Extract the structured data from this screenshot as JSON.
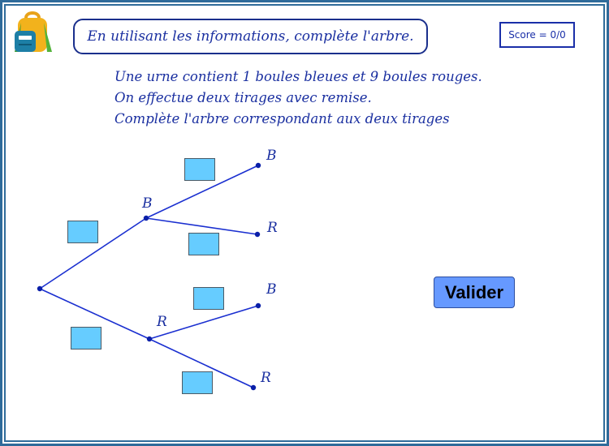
{
  "header": {
    "instruction": "En utilisant les informations, complète l'arbre.",
    "score": "Score = 0/0"
  },
  "statement": {
    "line1": "Une urne contient 1 boules bleues et 9 boules rouges.",
    "line2": "On effectue deux tirages avec remise.",
    "line3": "Complète l'arbre correspondant aux deux tirages"
  },
  "tree": {
    "first_level_labels": [
      "B",
      "R"
    ],
    "second_level_labels": [
      "B",
      "R",
      "B",
      "R"
    ],
    "answer_boxes": [
      "",
      "",
      "",
      "",
      "",
      ""
    ]
  },
  "actions": {
    "validate_label": "Valider"
  },
  "colors": {
    "answer_box_fill": "#66ccff",
    "tree_line": "#1a2fd0",
    "text_blue": "#1a2fa0",
    "button_fill": "#6699ff",
    "frame": "#2f6b9a"
  },
  "icons": {
    "app_logo": "backpack-icon"
  }
}
